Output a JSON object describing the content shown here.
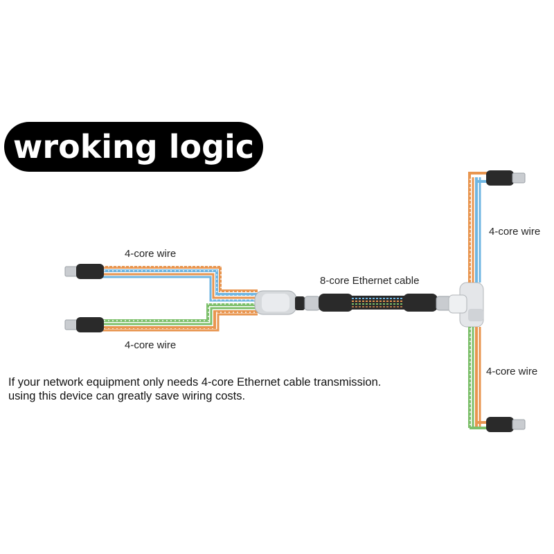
{
  "title": "wroking logic",
  "labels": {
    "top_left_wire": "4-core wire",
    "bottom_left_wire": "4-core wire",
    "center_cable": "8-core Ethernet cable",
    "top_right_wire": "4-core wire",
    "bottom_right_wire": "4-core wire"
  },
  "note": {
    "line1": "If your network equipment only needs 4-core Ethernet cable transmission.",
    "line2": "using this device can greatly save wiring costs."
  },
  "colors": {
    "orange_wire": "#e8954f",
    "blue_wire": "#6fb6e2",
    "green_wire": "#7cbf6a",
    "brown_wire": "#b0764a",
    "connector": "#2a2a2a",
    "plug": "#c9ccd0"
  }
}
